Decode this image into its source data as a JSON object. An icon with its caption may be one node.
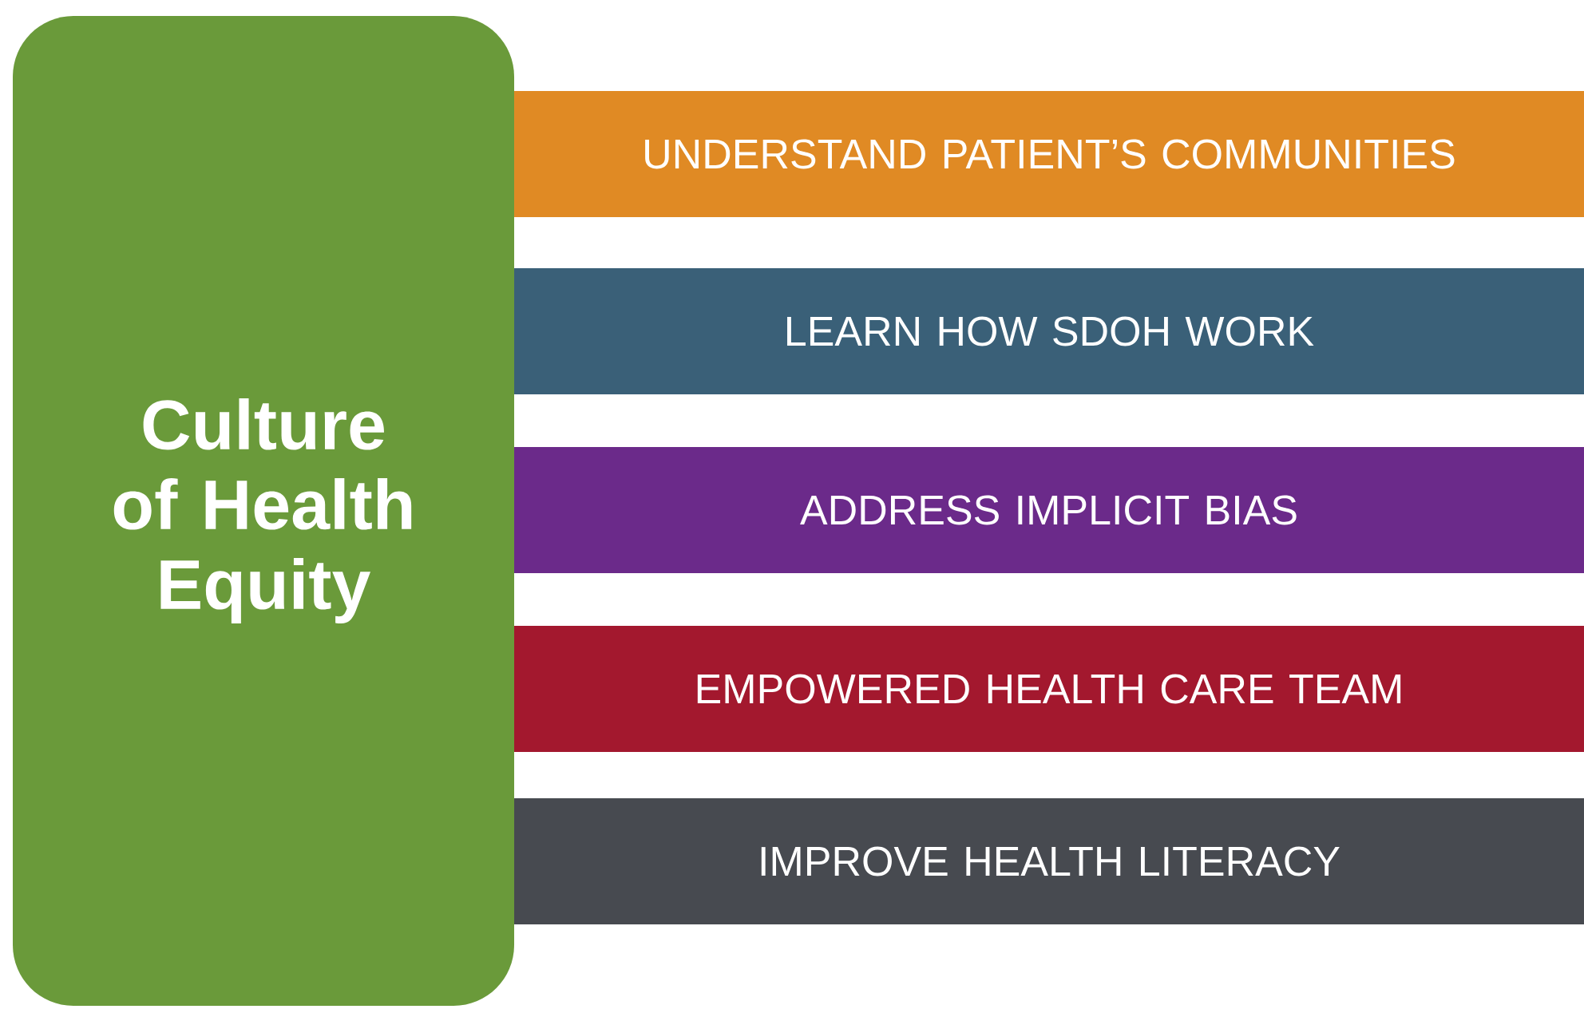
{
  "diagram": {
    "nodes": [
      {
        "text": [
          "Culture of Health Equity"
        ]
      },
      {
        "text": [
          "UNDERSTAND PATIENT’S COMMUNITIES"
        ]
      },
      {
        "text": [
          "LEARN HOW SDOH WORK"
        ]
      },
      {
        "text": [
          "ADDRESS IMPLICIT BIAS"
        ]
      },
      {
        "text": [
          "EMPOWERED HEALTH CARE TEAM"
        ]
      },
      {
        "text": [
          "IMPROVE HEALTH LITERACY"
        ]
      }
    ]
  }
}
